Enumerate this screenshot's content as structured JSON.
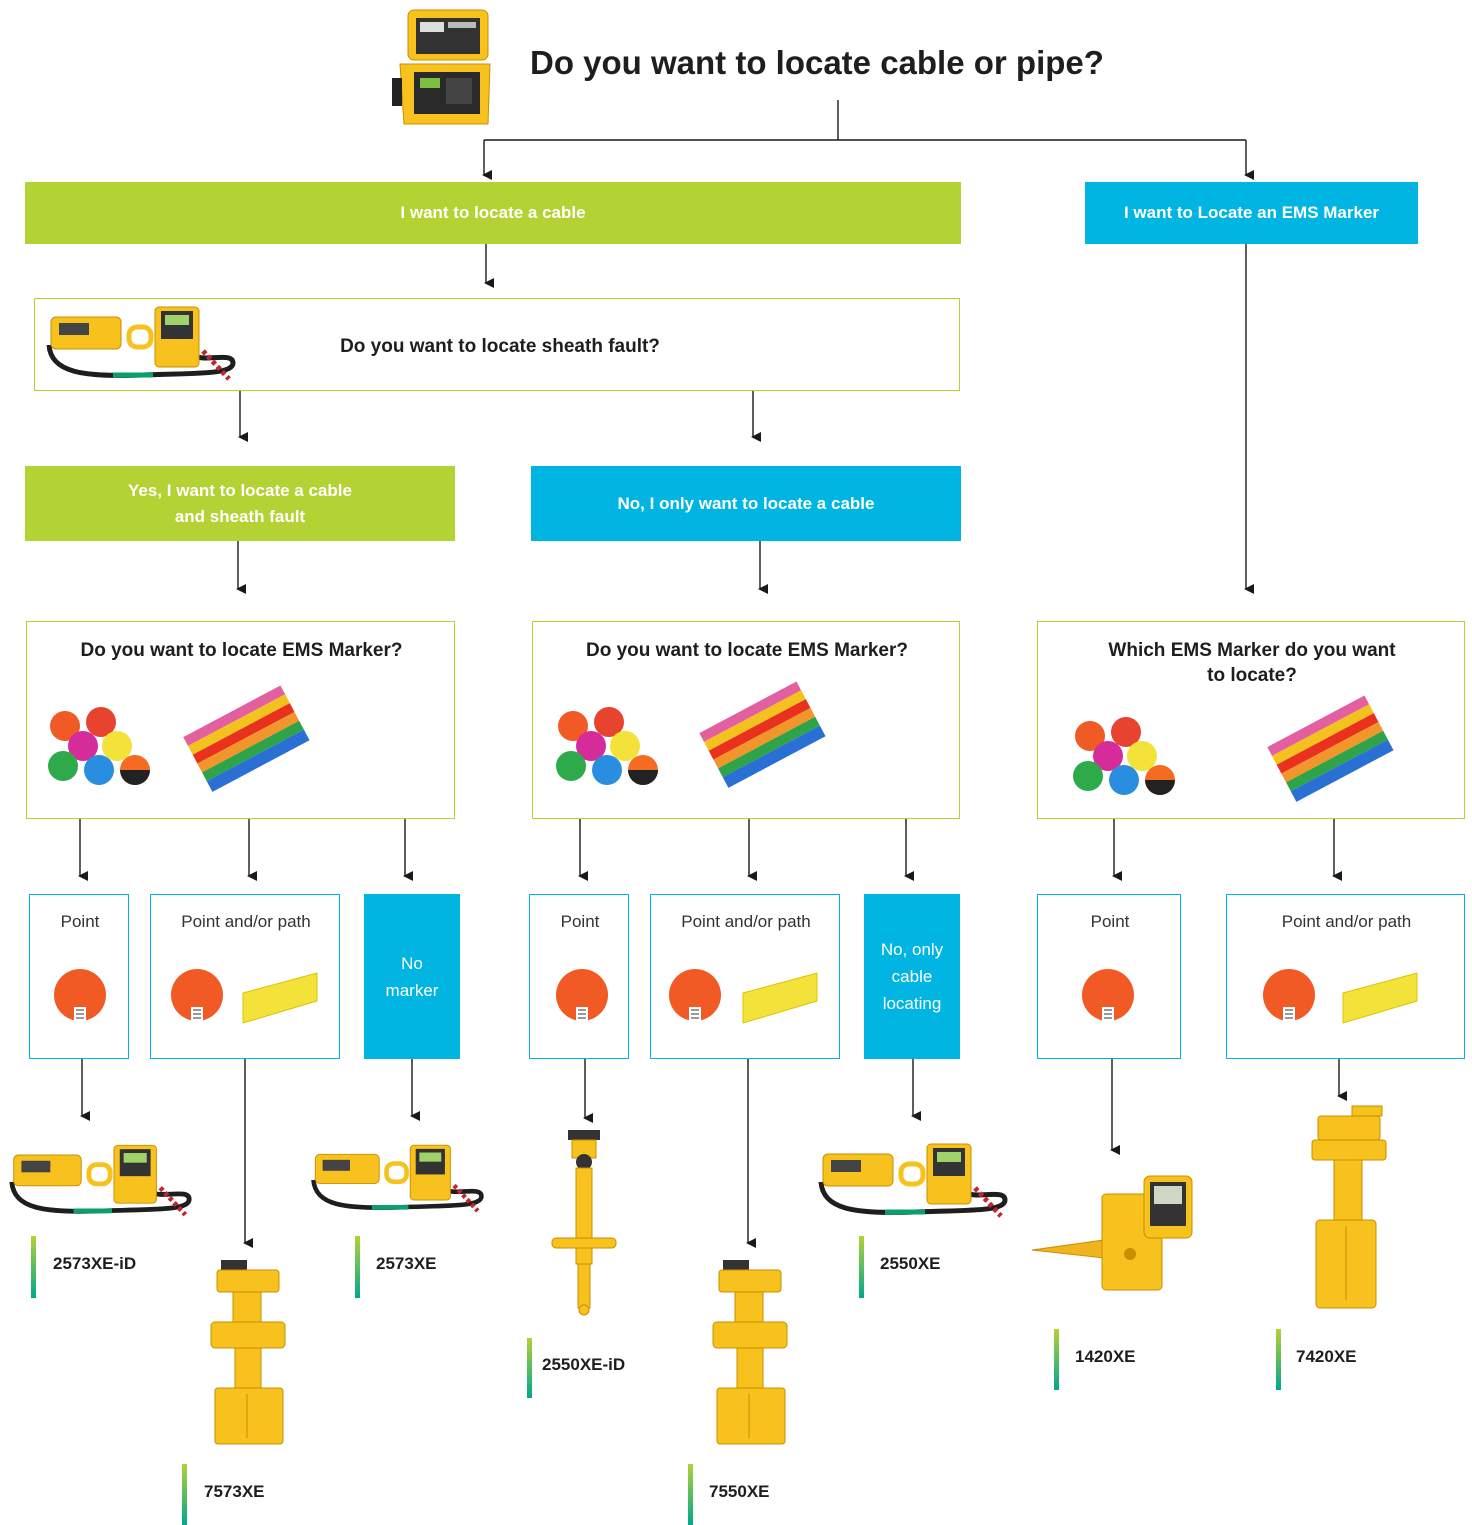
{
  "title": "Do you want to locate cable or pipe?",
  "branches": {
    "cable": "I want to locate a cable",
    "ems": "I want to Locate an EMS Marker"
  },
  "sheath_question": "Do you want to locate sheath fault?",
  "sheath_answers": {
    "yes": "Yes, I want to locate a cable and sheath fault",
    "no": "No, I only want to locate a cable"
  },
  "marker_questions": {
    "left": "Do you want to locate EMS Marker?",
    "middle": "Do you want to locate EMS Marker?",
    "right": "Which EMS Marker do you want to locate?"
  },
  "options": {
    "point": "Point",
    "point_path": "Point and/or path",
    "no_marker": "No marker",
    "no_only_cable": "No, only cable locating"
  },
  "models": [
    "2573XE-iD",
    "7573XE",
    "2573XE",
    "2550XE-iD",
    "7550XE",
    "2550XE",
    "1420XE",
    "7420XE"
  ],
  "colors": {
    "green": "#b3d234",
    "cyan": "#00b5e2",
    "yellow": "#f7c21d"
  }
}
